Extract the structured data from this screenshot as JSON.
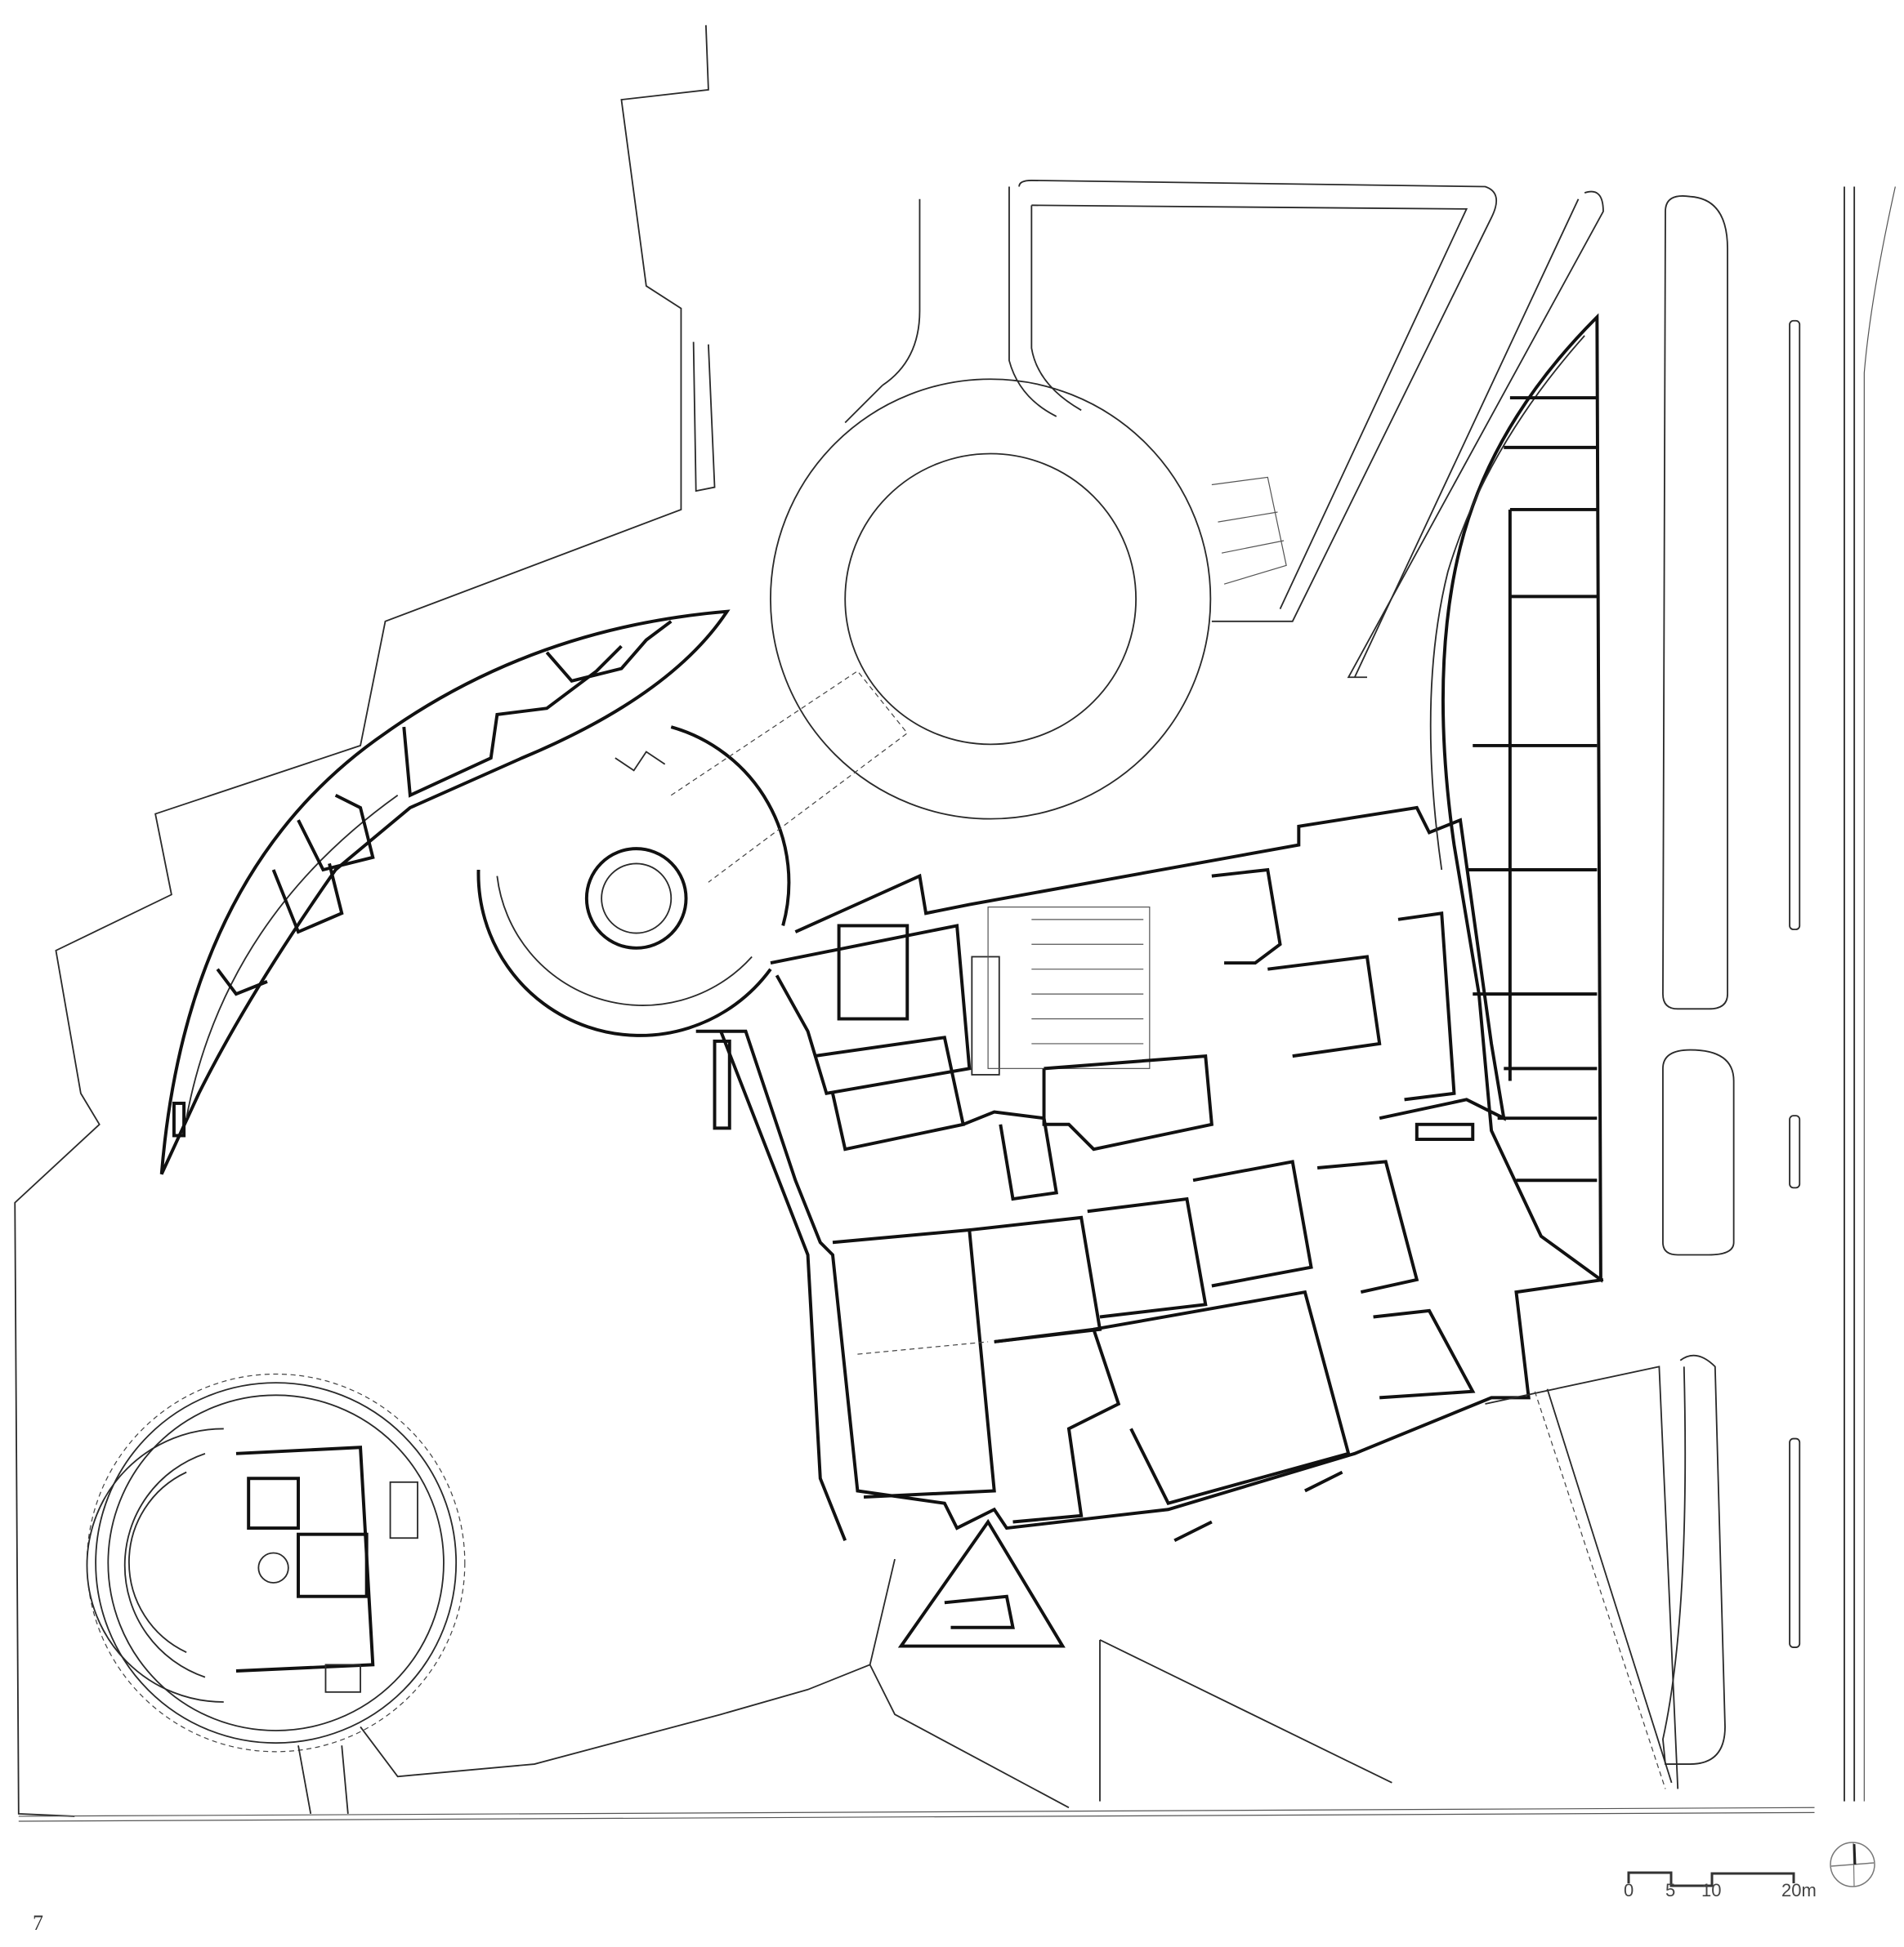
{
  "figure": {
    "number": "7"
  },
  "scale_bar": {
    "ticks": [
      "0",
      "5",
      "10",
      "20m"
    ]
  },
  "north_arrow": {
    "icon": "north-arrow-icon"
  },
  "colors": {
    "line": "#2a2a2a",
    "background": "#ffffff"
  }
}
